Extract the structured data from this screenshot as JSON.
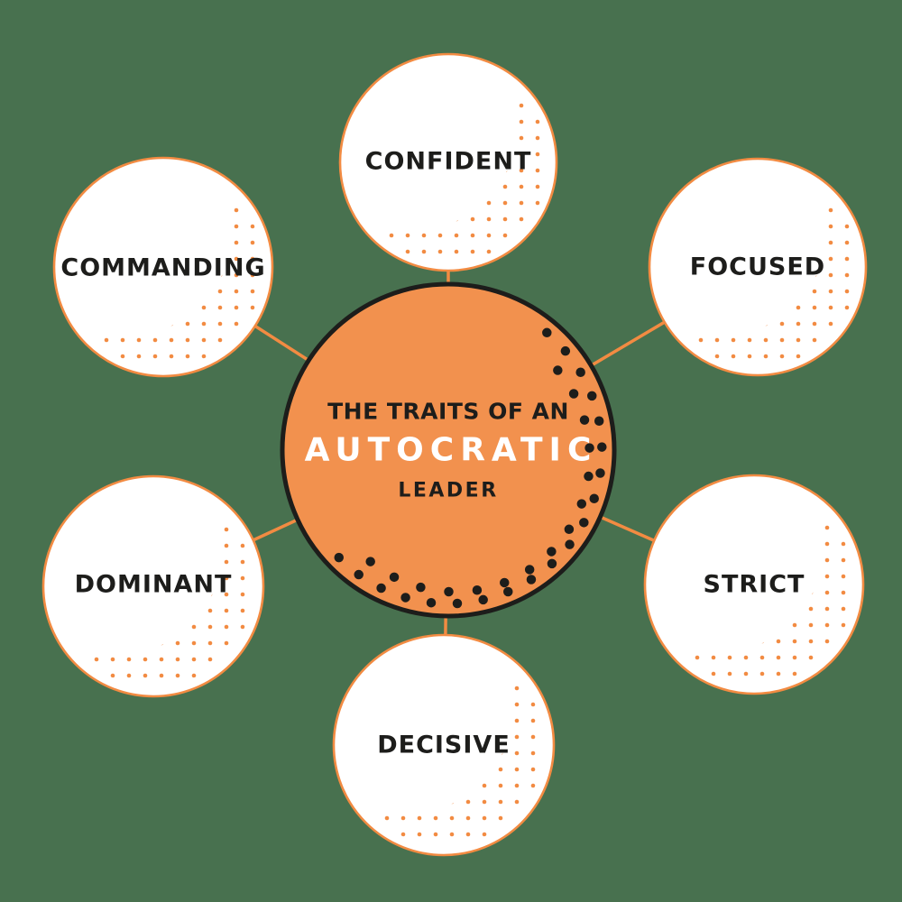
{
  "title": {
    "line1": "THE TRAITS OF AN",
    "line2": "AUTOCRATIC",
    "line3": "LEADER"
  },
  "traits": [
    {
      "label": "CONFIDENT"
    },
    {
      "label": "FOCUSED"
    },
    {
      "label": "STRICT"
    },
    {
      "label": "DECISIVE"
    },
    {
      "label": "DOMINANT"
    },
    {
      "label": "COMMANDING"
    }
  ],
  "colors": {
    "background": "#48714F",
    "orange": "#F28B42",
    "orange-fill": "#F2914E",
    "ink": "#1D1D1B",
    "node-fill": "#FFFFFF",
    "title-accent": "#FFFFFF"
  }
}
